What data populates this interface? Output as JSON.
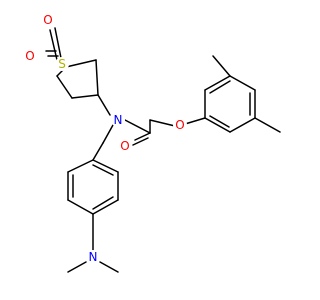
{
  "molecule": {
    "atoms": {
      "S": {
        "symbol": "S",
        "color": "#b2b200"
      },
      "O1": {
        "symbol": "O",
        "color": "#ff0000"
      },
      "O2": {
        "symbol": "O",
        "color": "#ff0000"
      },
      "N_amide": {
        "symbol": "N",
        "color": "#0000ff"
      },
      "O_carbonyl": {
        "symbol": "O",
        "color": "#ff0000"
      },
      "O_ether": {
        "symbol": "O",
        "color": "#ff0000"
      },
      "N_amine": {
        "symbol": "N",
        "color": "#0000ff"
      }
    },
    "bond_color": "#000000"
  }
}
